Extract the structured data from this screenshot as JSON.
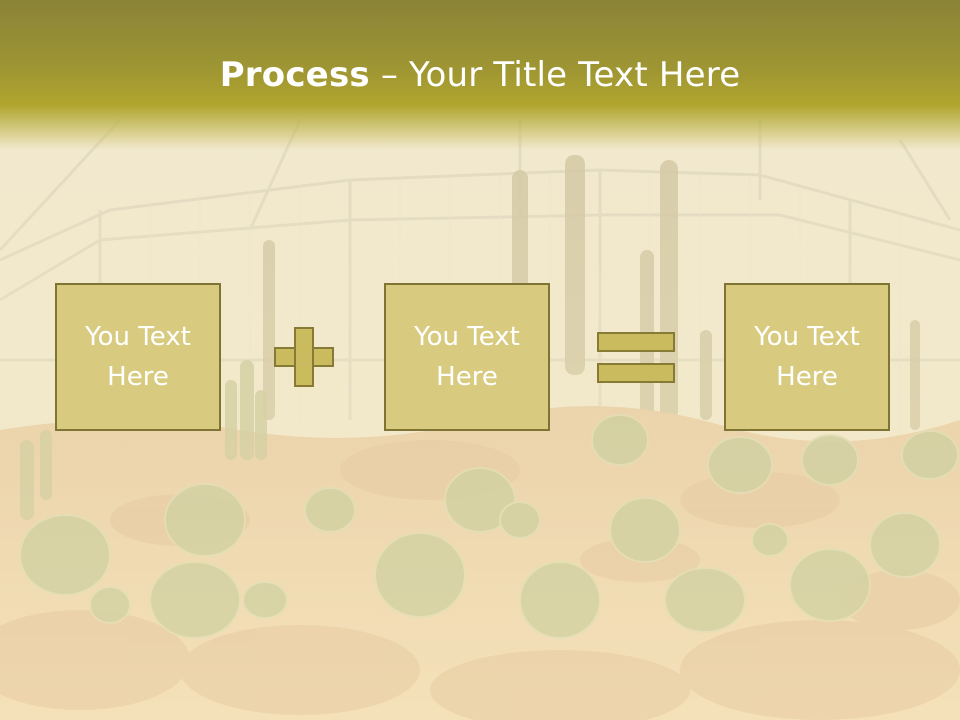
{
  "slide": {
    "title_bold": "Process",
    "title_rest": " – Your Title Text Here"
  },
  "boxes": [
    {
      "text": "You Text Here"
    },
    {
      "text": "You Text Here"
    },
    {
      "text": "You Text Here"
    }
  ],
  "operators": {
    "first": "plus-icon",
    "second": "equals-icon"
  },
  "colors": {
    "title_band": "#9e9533",
    "box_fill": "#d8cb80",
    "box_border": "#7f7434",
    "text": "#ffffff"
  }
}
